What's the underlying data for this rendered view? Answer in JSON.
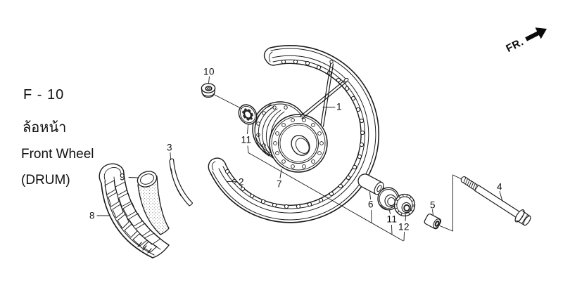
{
  "header": {
    "page_code": "F - 10",
    "title_thai": "ล้อหน้า",
    "title_english": "Front Wheel",
    "title_variant": "(DRUM)"
  },
  "orientation": {
    "front_label": "FR."
  },
  "diagram": {
    "callouts": [
      {
        "ref": "1"
      },
      {
        "ref": "2"
      },
      {
        "ref": "3"
      },
      {
        "ref": "4"
      },
      {
        "ref": "5"
      },
      {
        "ref": "6"
      },
      {
        "ref": "7"
      },
      {
        "ref": "8"
      },
      {
        "ref": "9"
      },
      {
        "ref": "10"
      },
      {
        "ref": "11"
      },
      {
        "ref": "11"
      },
      {
        "ref": "12"
      }
    ]
  },
  "colors": {
    "line": "#1a1a1a",
    "background": "#ffffff",
    "label": "#111111"
  }
}
